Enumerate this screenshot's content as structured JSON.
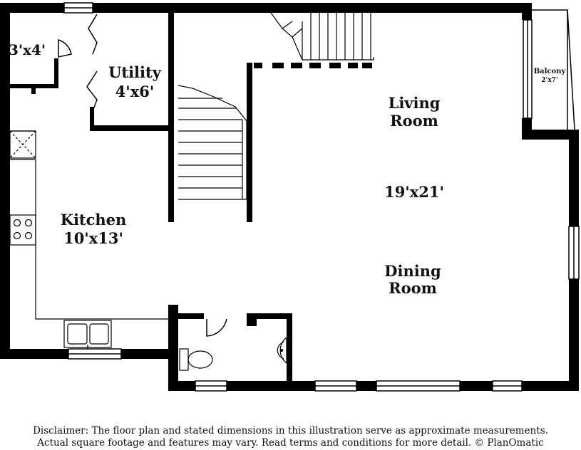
{
  "rooms": {
    "closet": {
      "dims": "3'x4'"
    },
    "utility": {
      "name": "Utility",
      "dims": "4'x6'"
    },
    "kitchen": {
      "name": "Kitchen",
      "dims": "10'x13'"
    },
    "living": {
      "name_line1": "Living",
      "name_line2": "Room",
      "dims": "19'x21'"
    },
    "dining": {
      "name_line1": "Dining",
      "name_line2": "Room"
    },
    "balcony": {
      "name": "Balcony",
      "dims": "2'x7'"
    }
  },
  "disclaimer": {
    "line1": "Disclaimer: The floor plan and stated dimensions in this illustration serve as approximate measurements.",
    "line2": "Actual square footage and features may vary. Read terms and conditions for more detail. © PlanOmatic"
  }
}
